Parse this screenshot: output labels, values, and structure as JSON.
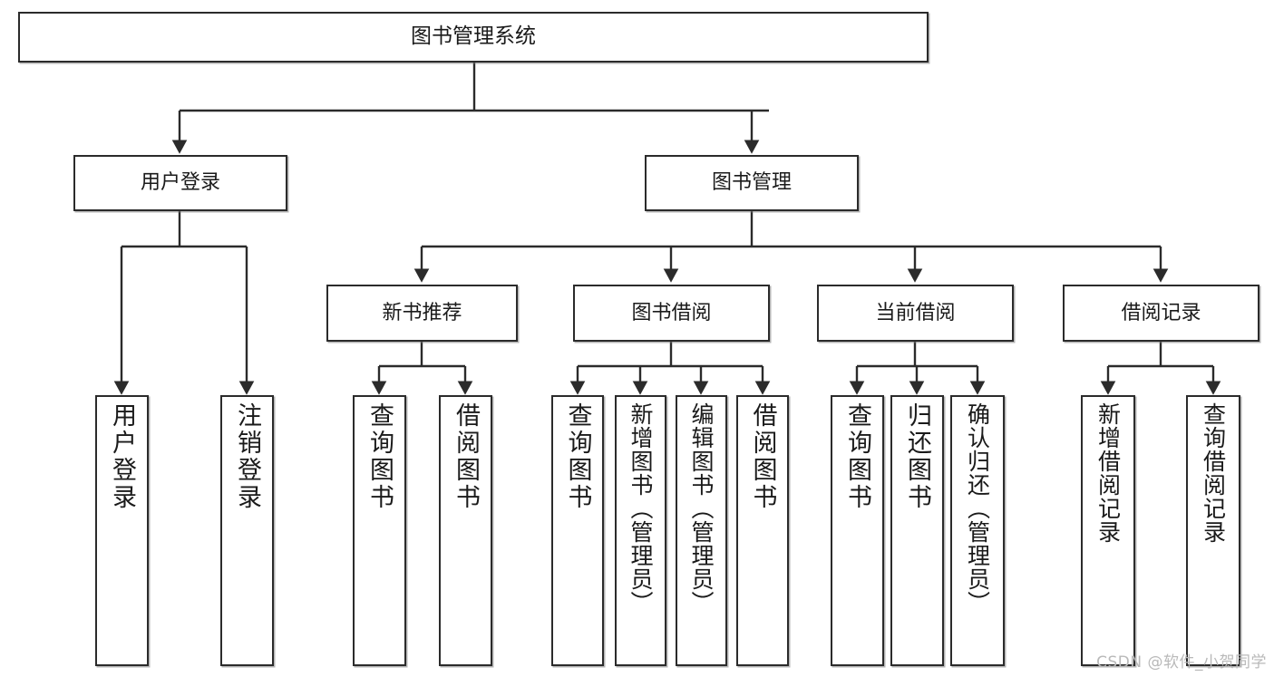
{
  "diagram": {
    "title": "图书管理系统",
    "type": "tree-hierarchy",
    "watermark": "CSDN @软件_小贺同学",
    "colors": {
      "box_border": "#2b2b2b",
      "box_fill": "#ffffff",
      "connector": "#2b2b2b",
      "text": "#1a1a1a",
      "watermark": "#b9b9b9"
    },
    "root": {
      "label": "图书管理系统"
    },
    "level2": [
      {
        "id": "user-login",
        "label": "用户登录"
      },
      {
        "id": "book-management",
        "label": "图书管理"
      }
    ],
    "level3": [
      {
        "id": "new-book-recommend",
        "label": "新书推荐"
      },
      {
        "id": "book-borrow",
        "label": "图书借阅"
      },
      {
        "id": "current-borrow",
        "label": "当前借阅"
      },
      {
        "id": "borrow-record",
        "label": "借阅记录"
      }
    ],
    "leaves": {
      "user_login": [
        {
          "id": "leaf-user-login",
          "label": "用户登录"
        },
        {
          "id": "leaf-logout-login",
          "label": "注销登录"
        }
      ],
      "new_book_recommend": [
        {
          "id": "leaf-query-book-1",
          "label": "查询图书"
        },
        {
          "id": "leaf-borrow-book-1",
          "label": "借阅图书"
        }
      ],
      "book_borrow": [
        {
          "id": "leaf-query-book-2",
          "label": "查询图书"
        },
        {
          "id": "leaf-add-book",
          "label": "新增图书（管理员）"
        },
        {
          "id": "leaf-edit-book",
          "label": "编辑图书（管理员）"
        },
        {
          "id": "leaf-borrow-book-2",
          "label": "借阅图书"
        }
      ],
      "current_borrow": [
        {
          "id": "leaf-query-book-3",
          "label": "查询图书"
        },
        {
          "id": "leaf-return-book",
          "label": "归还图书"
        },
        {
          "id": "leaf-confirm-return",
          "label": "确认归还（管理员）"
        }
      ],
      "borrow_record": [
        {
          "id": "leaf-add-record",
          "label": "新增借阅记录"
        },
        {
          "id": "leaf-query-record",
          "label": "查询借阅记录"
        }
      ]
    }
  }
}
